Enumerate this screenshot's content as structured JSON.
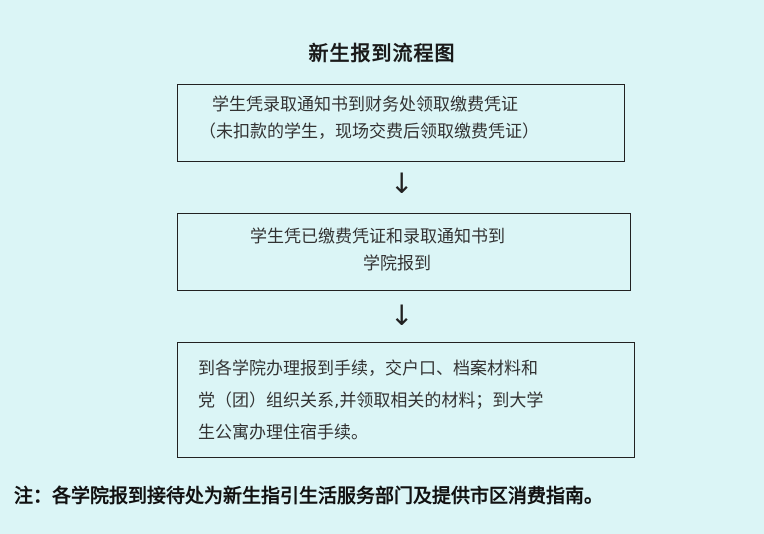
{
  "title": "新生报到流程图",
  "steps": [
    {
      "lines": [
        "学生凭录取通知书到财务处领取缴费凭证",
        "（未扣款的学生，现场交费后领取缴费凭证）"
      ]
    },
    {
      "lines": [
        "学生凭已缴费凭证和录取通知书到",
        "学院报到"
      ]
    },
    {
      "lines": [
        "到各学院办理报到手续，交户口、档案材料和",
        "党（团）组织关系,并领取相关的材料；到大学",
        "生公寓办理住宿手续。"
      ]
    }
  ],
  "arrow_glyph": "↓",
  "note": "注：各学院报到接待处为新生指引生活服务部门及提供市区消费指南。"
}
